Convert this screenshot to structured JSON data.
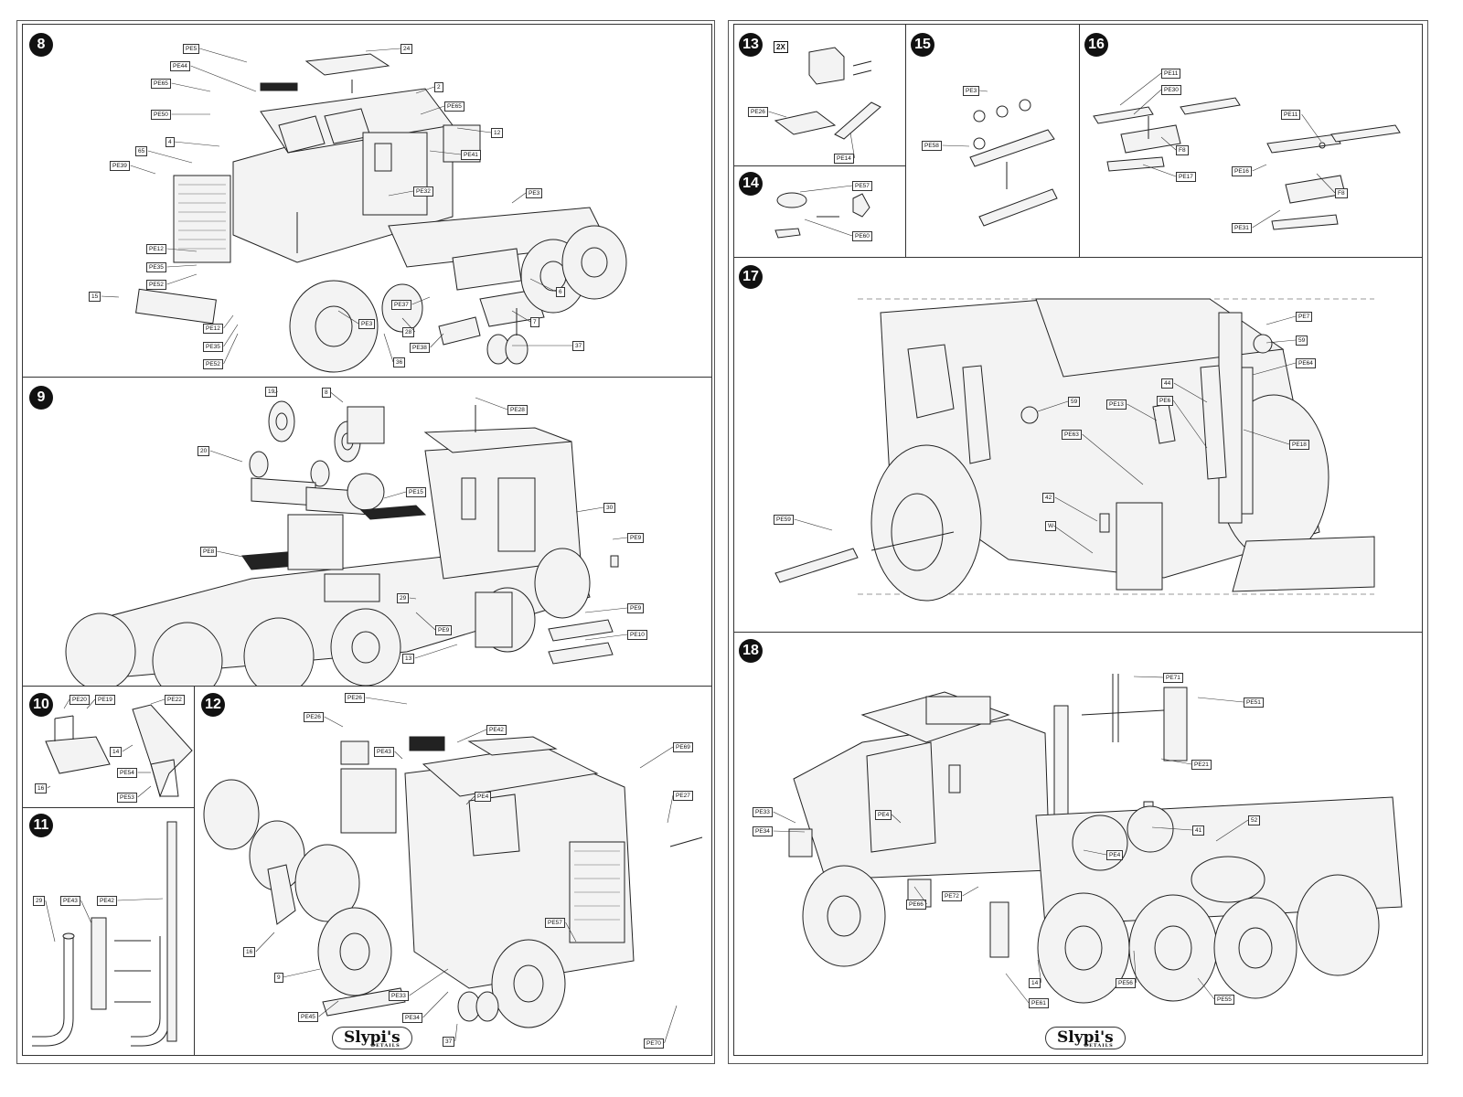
{
  "brand": "Slypi's",
  "brand_sub": "DETAILS",
  "steps": {
    "s8": {
      "number": "8",
      "labels": [
        "PE5",
        "24",
        "PE44",
        "2",
        "PE65",
        "PE65",
        "PE50",
        "12",
        "4",
        "PE41",
        "65",
        "PE39",
        "PE32",
        "PE3",
        "PE12",
        "PE35",
        "PE52",
        "6",
        "15",
        "PE37",
        "7",
        "PE12",
        "PE3",
        "28",
        "PE35",
        "PE38",
        "37",
        "PE52",
        "36"
      ]
    },
    "s9": {
      "number": "9",
      "labels": [
        "19",
        "8",
        "PE28",
        "20",
        "PE15",
        "30",
        "PE8",
        "PE9",
        "29",
        "PE9",
        "PE9",
        "PE10",
        "13"
      ]
    },
    "s10": {
      "number": "10",
      "labels": [
        "PE20",
        "PE19",
        "PE22",
        "14",
        "16",
        "PE54",
        "PE53"
      ]
    },
    "s11": {
      "number": "11",
      "labels": [
        "29",
        "PE43",
        "PE42"
      ]
    },
    "s12": {
      "number": "12",
      "labels": [
        "PE26",
        "PE26",
        "PE42",
        "PE43",
        "PE69",
        "PE4",
        "PE27",
        "16",
        "9",
        "PE57",
        "PE33",
        "PE45",
        "PE34",
        "37",
        "PE70"
      ]
    },
    "s13": {
      "number": "13",
      "multiplier": "2X",
      "labels": [
        "PE26",
        "PE14"
      ]
    },
    "s14": {
      "number": "14",
      "labels": [
        "PE57",
        "PE60"
      ]
    },
    "s15": {
      "number": "15",
      "labels": [
        "PE3",
        "PE58"
      ]
    },
    "s16": {
      "number": "16",
      "labels": [
        "PE11",
        "PE30",
        "F8",
        "PE17",
        "PE11",
        "PE16",
        "F8",
        "PE31"
      ]
    },
    "s17": {
      "number": "17",
      "labels": [
        "PE7",
        "59",
        "PE64",
        "44",
        "PE6",
        "PE13",
        "59",
        "PE63",
        "PE18",
        "42",
        "W",
        "PE59"
      ]
    },
    "s18": {
      "number": "18",
      "labels": [
        "PE71",
        "PE51",
        "PE21",
        "PE33",
        "PE34",
        "PE4",
        "41",
        "52",
        "PE4",
        "PE72",
        "PE66",
        "14",
        "PE56",
        "PE55",
        "PE61"
      ]
    }
  }
}
